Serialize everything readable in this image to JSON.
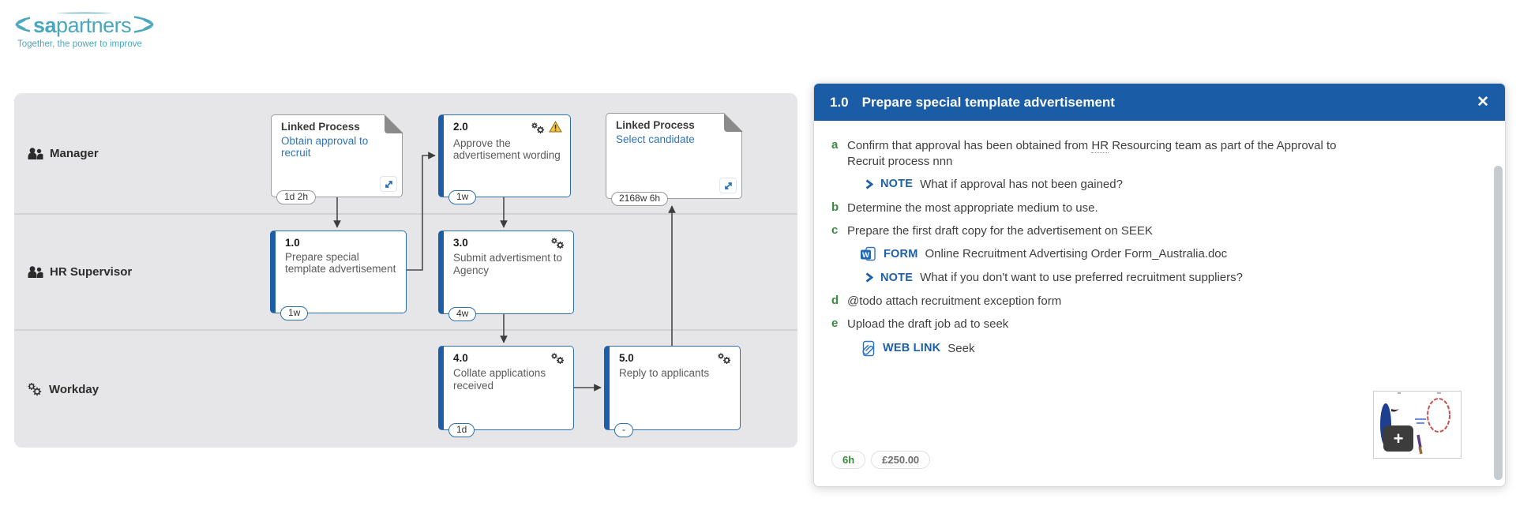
{
  "logo": {
    "brand_bold": "sa",
    "brand_rest": "partners",
    "tagline": "Together, the power to improve"
  },
  "diagram": {
    "lanes": [
      {
        "label": "Manager",
        "icon": "people-icon"
      },
      {
        "label": "HR Supervisor",
        "icon": "people-icon"
      },
      {
        "label": "Workday",
        "icon": "gears-icon"
      }
    ],
    "nodes": [
      {
        "type": "linked",
        "label": "Linked Process",
        "name": "Obtain approval to recruit",
        "time": "1d 2h"
      },
      {
        "type": "activity",
        "number": "2.0",
        "name": "Approve the advertisement wording",
        "time": "1w",
        "icons": [
          "gears-icon",
          "warning-icon"
        ]
      },
      {
        "type": "linked",
        "label": "Linked Process",
        "name": "Select candidate",
        "time": "2168w 6h"
      },
      {
        "type": "activity",
        "number": "1.0",
        "name": "Prepare special template advertisement",
        "time": "1w",
        "icons": []
      },
      {
        "type": "activity",
        "number": "3.0",
        "name": "Submit advertisment to Agency",
        "time": "4w",
        "icons": [
          "gears-icon"
        ]
      },
      {
        "type": "activity",
        "number": "4.0",
        "name": "Collate applications received",
        "time": "1d",
        "icons": [
          "gears-icon"
        ]
      },
      {
        "type": "activity",
        "number": "5.0",
        "name": "Reply to applicants",
        "time": "-",
        "icons": [
          "gears-icon"
        ]
      }
    ]
  },
  "panel": {
    "number": "1.0",
    "title": "Prepare special template advertisement",
    "close_label": "✕",
    "items": [
      {
        "letter": "a",
        "text_before": "Confirm that approval has been obtained from",
        "abbr": "HR",
        "text_after": "Resourcing team as part of the Approval to Recruit process nnn",
        "children": [
          {
            "kind": "NOTE",
            "icon": "chevron-right-icon",
            "text": "What if approval has not been gained?"
          }
        ]
      },
      {
        "letter": "b",
        "text": "Determine the most appropriate medium to use."
      },
      {
        "letter": "c",
        "text": "Prepare the first draft copy for the advertisement on SEEK",
        "children": [
          {
            "kind": "FORM",
            "icon": "word-document-icon",
            "text": "Online Recruitment Advertising Order Form_Australia.doc"
          },
          {
            "kind": "NOTE",
            "icon": "chevron-right-icon",
            "text": "What if you don't want to use preferred recruitment suppliers?"
          }
        ]
      },
      {
        "letter": "d",
        "text": "@todo attach recruitment exception form"
      },
      {
        "letter": "e",
        "text": "Upload the draft job ad to seek",
        "children": [
          {
            "kind": "WEB LINK",
            "icon": "paperclip-icon",
            "text": "Seek"
          }
        ]
      }
    ],
    "badges": [
      {
        "text": "6h",
        "meaning": "duration",
        "color": "#3c8a40"
      },
      {
        "text": "£250.00",
        "meaning": "cost",
        "color": "#6e6e6e"
      }
    ],
    "thumbnail_overlay": "+"
  },
  "colors": {
    "header_blue": "#1b5ca6",
    "activity_border_blue": "#2e6fae",
    "link_blue": "#2f74b8",
    "letter_green": "#3c8a40",
    "brand_teal": "#4aa7bd",
    "warning_yellow": "#f5c33b",
    "lane_gray": "#e6e6e8"
  }
}
